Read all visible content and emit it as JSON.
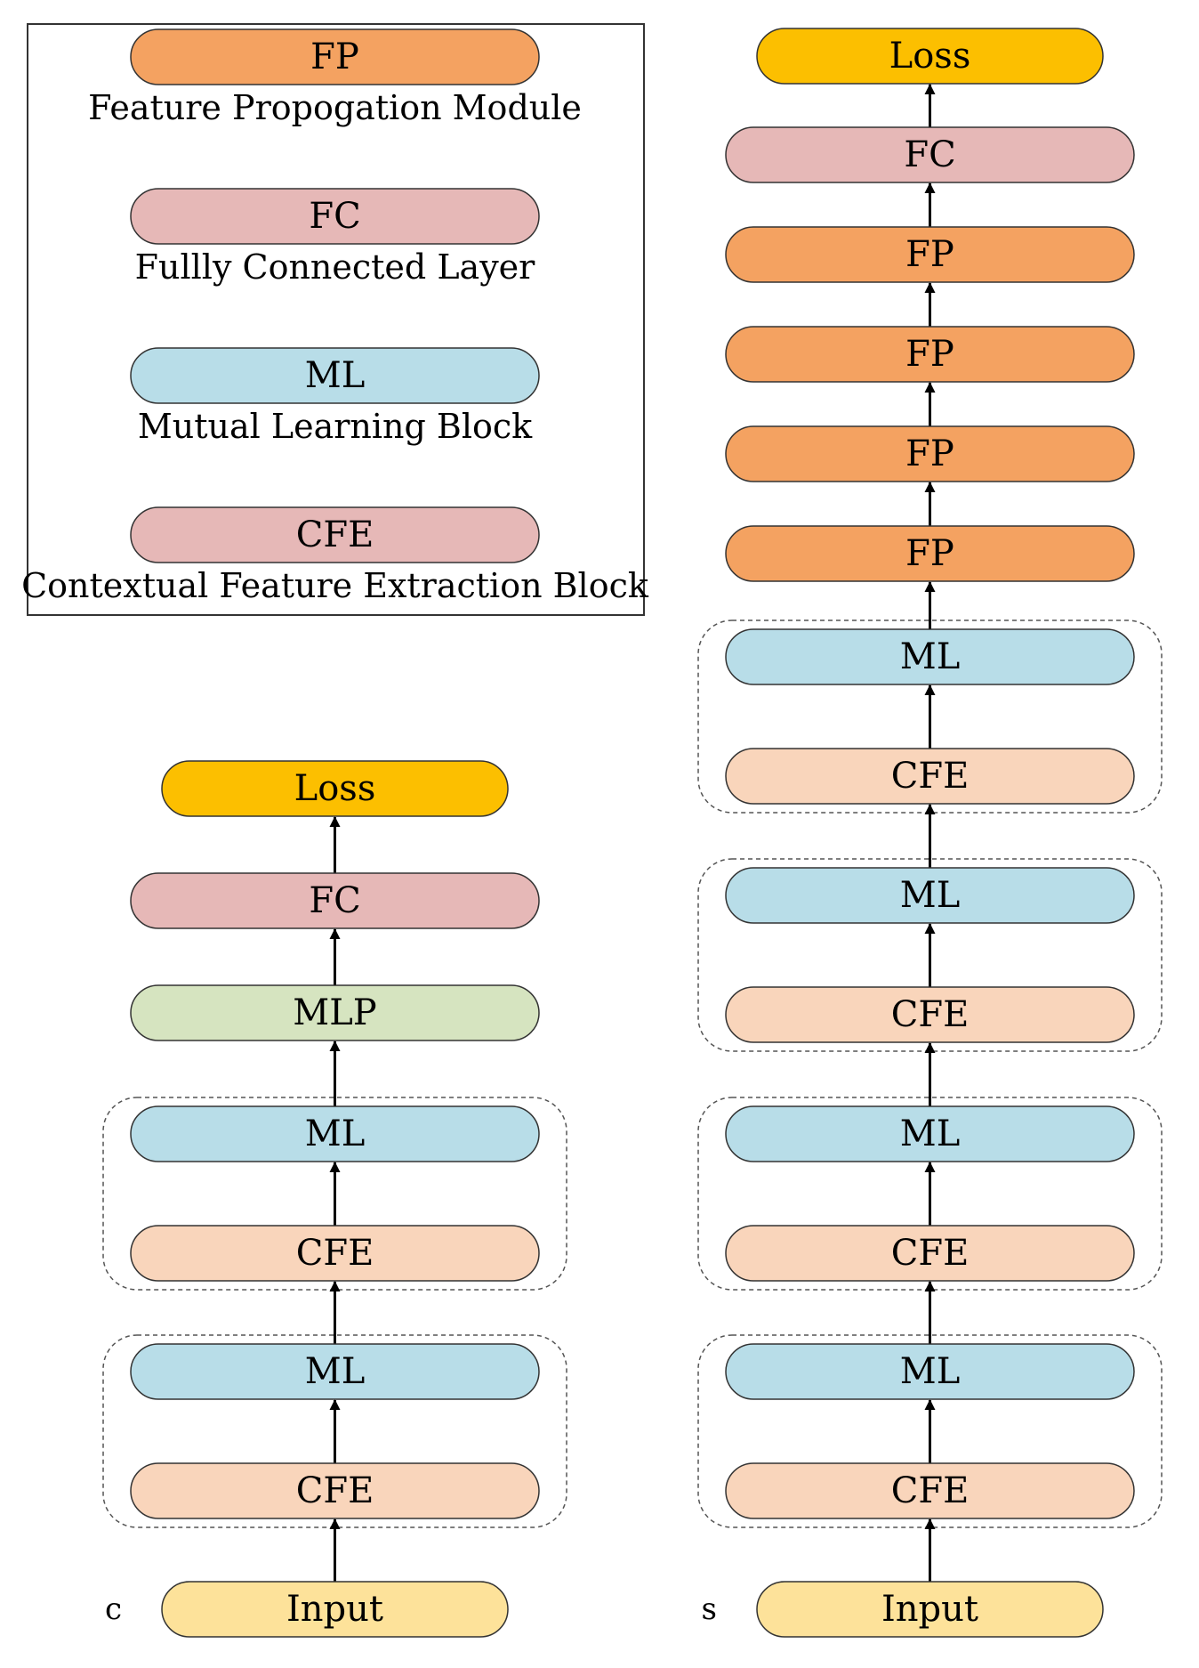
{
  "colors": {
    "fp": "#f4a261",
    "fc": "#e6b8b7",
    "ml": "#b8dde8",
    "cfe": "#f9d5bb",
    "mlp": "#d6e4c0",
    "loss": "#fcbf00",
    "input": "#fde29a",
    "stroke": "#333333"
  },
  "legend": {
    "items": [
      {
        "key": "fp",
        "label": "FP",
        "description": "Feature Propogation Module"
      },
      {
        "key": "fc",
        "label": "FC",
        "description": "Fullly Connected Layer"
      },
      {
        "key": "ml",
        "label": "ML",
        "description": "Mutual Learning Block"
      },
      {
        "key": "fc",
        "label": "CFE",
        "description": "Contextual Feature Extraction Block"
      }
    ]
  },
  "pipelines": {
    "classification": {
      "label": "c",
      "blocks": [
        {
          "key": "input",
          "label": "Input"
        },
        {
          "key": "cfe",
          "label": "CFE",
          "group": 0
        },
        {
          "key": "ml",
          "label": "ML",
          "group": 0
        },
        {
          "key": "cfe",
          "label": "CFE",
          "group": 1
        },
        {
          "key": "ml",
          "label": "ML",
          "group": 1
        },
        {
          "key": "mlp",
          "label": "MLP"
        },
        {
          "key": "fc",
          "label": "FC"
        },
        {
          "key": "loss",
          "label": "Loss"
        }
      ]
    },
    "segmentation": {
      "label": "s",
      "blocks": [
        {
          "key": "input",
          "label": "Input"
        },
        {
          "key": "cfe",
          "label": "CFE",
          "group": 0
        },
        {
          "key": "ml",
          "label": "ML",
          "group": 0
        },
        {
          "key": "cfe",
          "label": "CFE",
          "group": 1
        },
        {
          "key": "ml",
          "label": "ML",
          "group": 1
        },
        {
          "key": "cfe",
          "label": "CFE",
          "group": 2
        },
        {
          "key": "ml",
          "label": "ML",
          "group": 2
        },
        {
          "key": "cfe",
          "label": "CFE",
          "group": 3
        },
        {
          "key": "ml",
          "label": "ML",
          "group": 3
        },
        {
          "key": "fp",
          "label": "FP"
        },
        {
          "key": "fp",
          "label": "FP"
        },
        {
          "key": "fp",
          "label": "FP"
        },
        {
          "key": "fp",
          "label": "FP"
        },
        {
          "key": "fc",
          "label": "FC"
        },
        {
          "key": "loss",
          "label": "Loss"
        }
      ]
    }
  }
}
